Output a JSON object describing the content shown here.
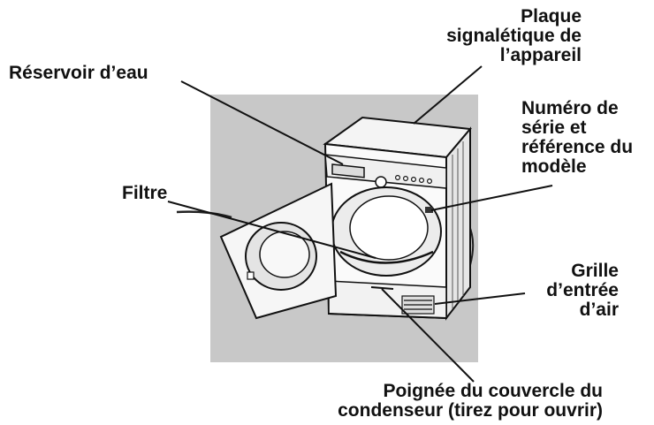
{
  "labels": {
    "reservoir": "Réservoir d’eau",
    "plaque": "Plaque\nsignalétique de\nl’appareil",
    "numero": "Numéro de\nsérie et\nréférence du\nmodèle",
    "filtre": "Filtre",
    "grille": "Grille\nd’entrée\nd’air",
    "poignee": "Poignée du couvercle du\ncondenseur (tirez pour ouvrir)"
  }
}
